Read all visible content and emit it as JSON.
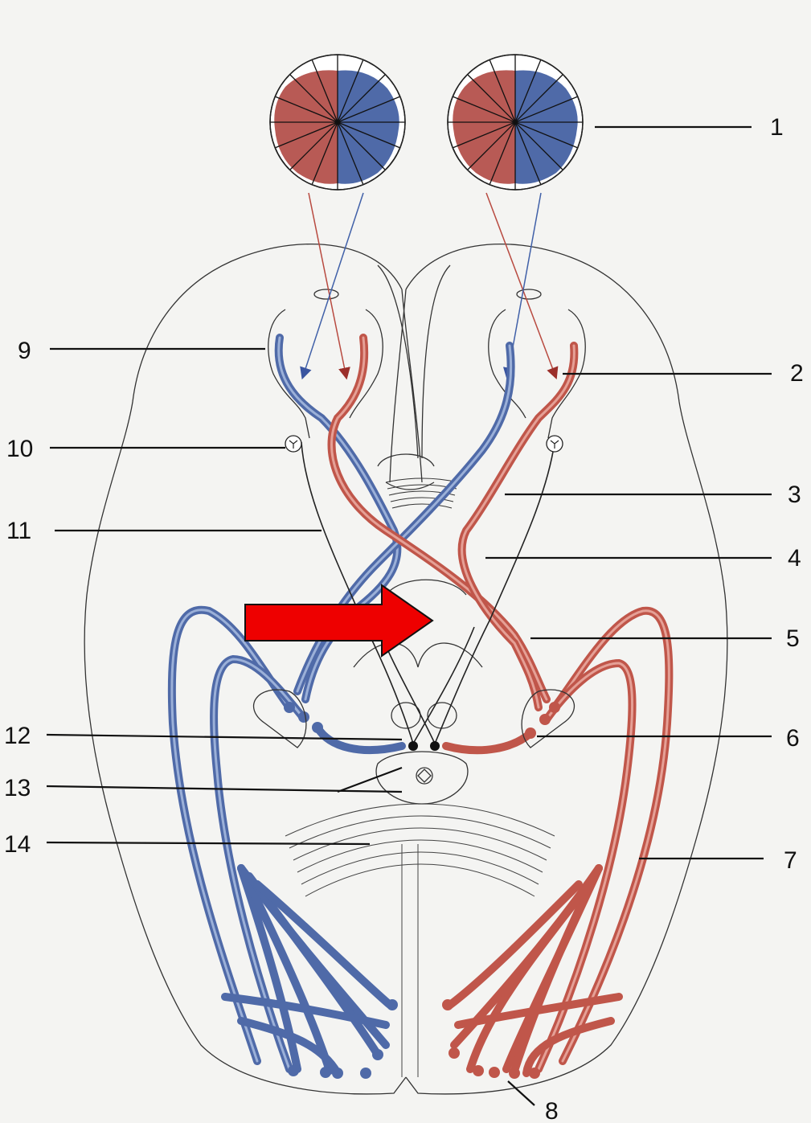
{
  "labels": [
    {
      "id": "1",
      "text": "1"
    },
    {
      "id": "2",
      "text": "2"
    },
    {
      "id": "3",
      "text": "3"
    },
    {
      "id": "4",
      "text": "4"
    },
    {
      "id": "5",
      "text": "5"
    },
    {
      "id": "6",
      "text": "6"
    },
    {
      "id": "7",
      "text": "7"
    },
    {
      "id": "8",
      "text": "8"
    },
    {
      "id": "9",
      "text": "9"
    },
    {
      "id": "10",
      "text": "10"
    },
    {
      "id": "11",
      "text": "11"
    },
    {
      "id": "12",
      "text": "12"
    },
    {
      "id": "13",
      "text": "13"
    },
    {
      "id": "14",
      "text": "14"
    }
  ],
  "colors": {
    "left_field": "#b85a55",
    "right_field": "#4f6aa8",
    "highlight_arrow": "#ee0000",
    "outline": "#333333"
  }
}
